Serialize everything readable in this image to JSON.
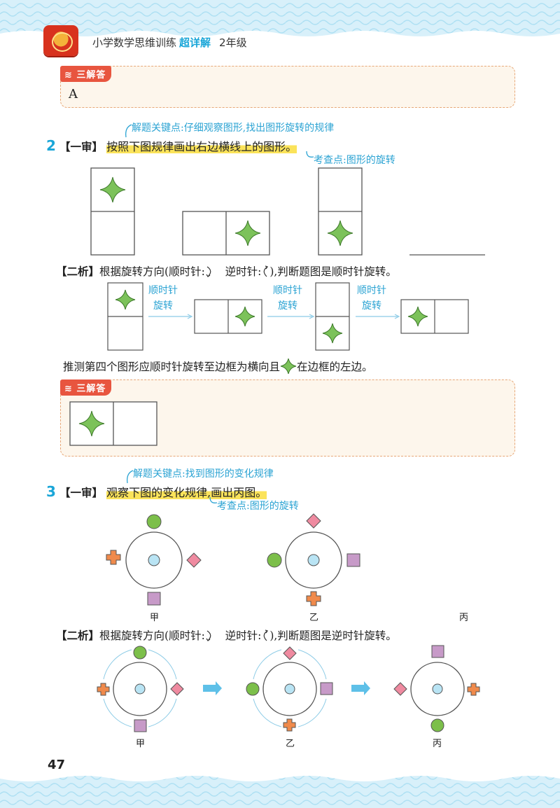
{
  "header": {
    "title": "小学数学思维训练",
    "highlight": "超详解",
    "grade": "2年级"
  },
  "answer_label": "三解答",
  "answer1": "A",
  "q2": {
    "number": "2",
    "tag1": "【一审】",
    "text": "按照下图规律画出右边横线上的图形。",
    "note_key": "解题关键点:仔细观察图形,找出图形旋转的规律",
    "note_exam": "考查点:图形的旋转",
    "tag2": "【二析】",
    "analysis_a": "根据旋转方向(顺时针:",
    "analysis_b": "逆时针:",
    "analysis_c": "),判断题图是顺时针旋转。",
    "arrow_label_1": "顺时针",
    "arrow_label_2": "旋转",
    "conclusion_a": "推测第四个图形应顺时针旋转至边框为横向且",
    "conclusion_b": "在边框的左边。"
  },
  "q3": {
    "number": "3",
    "tag1": "【一审】",
    "text": "观察下图的变化规律,画出丙图。",
    "note_key": "解题关键点:找到图形的变化规律",
    "note_exam": "考查点:图形的旋转",
    "labels": [
      "甲",
      "乙",
      "丙"
    ],
    "tag2": "【二析】",
    "analysis_a": "根据旋转方向(顺时针:",
    "analysis_b": "逆时针:",
    "analysis_c": "),判断题图是逆时针旋转。"
  },
  "page_number": "47",
  "colors": {
    "accent": "#1aa6d8",
    "tag": "#e8553f",
    "star": "#7cc25a",
    "green": "#7cbf4a",
    "pink": "#ef8aa0",
    "purple": "#c79ac8",
    "orange": "#f08a4b",
    "center": "#b9e4f4"
  }
}
